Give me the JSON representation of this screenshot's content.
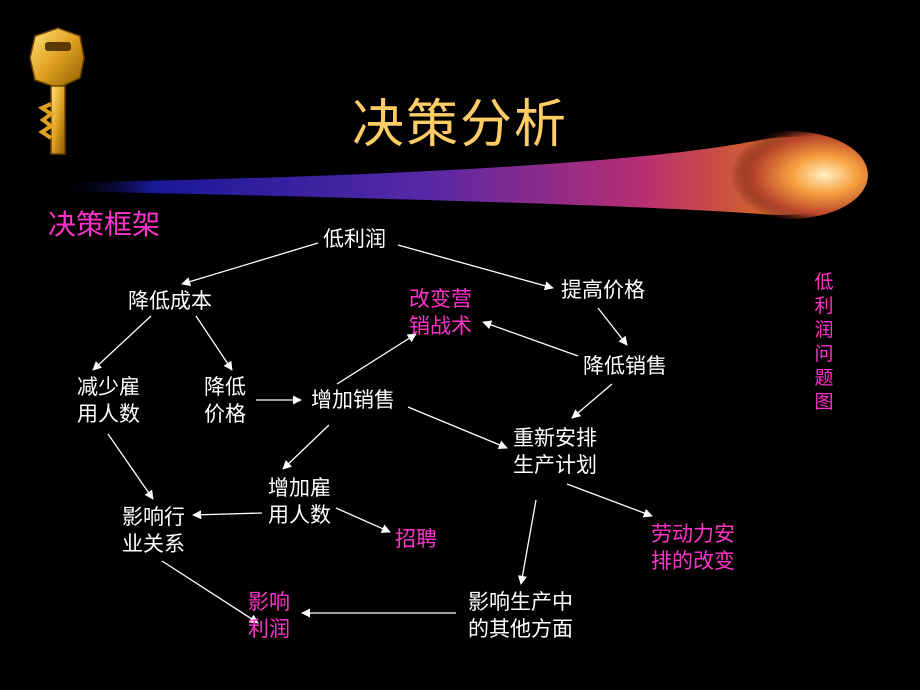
{
  "title": "决策分析",
  "subtitle": "决策框架",
  "side_label": [
    "低",
    "利",
    "润",
    "问",
    "题",
    "图"
  ],
  "colors": {
    "background": "#000000",
    "title": "#FFCC66",
    "accent": "#FF33CC",
    "text": "#FFFFFF",
    "line": "#FFFFFF"
  },
  "icons": {
    "corner": "key-icon",
    "banner": "comet-swoosh"
  },
  "nodes": {
    "low_profit": {
      "lines": [
        "低利润"
      ]
    },
    "reduce_cost": {
      "lines": [
        "降低成本"
      ]
    },
    "raise_price": {
      "lines": [
        "提高价格"
      ]
    },
    "change_marketing": {
      "lines": [
        "改变营",
        "销战术"
      ]
    },
    "sales_drop": {
      "lines": [
        "降低销售"
      ]
    },
    "reduce_hiring": {
      "lines": [
        "减少雇",
        "用人数"
      ]
    },
    "lower_price": {
      "lines": [
        "降低",
        "价格"
      ]
    },
    "increase_sales": {
      "lines": [
        "增加销售"
      ]
    },
    "reschedule": {
      "lines": [
        "重新安排",
        "生产计划"
      ]
    },
    "increase_hiring": {
      "lines": [
        "增加雇",
        "用人数"
      ]
    },
    "industry_relations": {
      "lines": [
        "影响行",
        "业关系"
      ]
    },
    "recruit": {
      "lines": [
        "招聘"
      ]
    },
    "labor_change": {
      "lines": [
        "劳动力安",
        "排的改变"
      ]
    },
    "affect_profit": {
      "lines": [
        "影响",
        "利润"
      ]
    },
    "other_aspects": {
      "lines": [
        "影响生产中",
        "的其他方面"
      ]
    }
  },
  "edges": [
    [
      "low_profit",
      "reduce_cost"
    ],
    [
      "low_profit",
      "raise_price"
    ],
    [
      "raise_price",
      "sales_drop"
    ],
    [
      "sales_drop",
      "change_marketing"
    ],
    [
      "sales_drop",
      "reschedule"
    ],
    [
      "reduce_cost",
      "reduce_hiring"
    ],
    [
      "reduce_cost",
      "lower_price"
    ],
    [
      "lower_price",
      "increase_sales"
    ],
    [
      "increase_sales",
      "change_marketing"
    ],
    [
      "increase_sales",
      "reschedule"
    ],
    [
      "increase_sales",
      "increase_hiring"
    ],
    [
      "reduce_hiring",
      "industry_relations"
    ],
    [
      "increase_hiring",
      "industry_relations"
    ],
    [
      "increase_hiring",
      "recruit"
    ],
    [
      "reschedule",
      "labor_change"
    ],
    [
      "reschedule",
      "other_aspects"
    ],
    [
      "other_aspects",
      "affect_profit"
    ],
    [
      "industry_relations",
      "affect_profit"
    ]
  ]
}
